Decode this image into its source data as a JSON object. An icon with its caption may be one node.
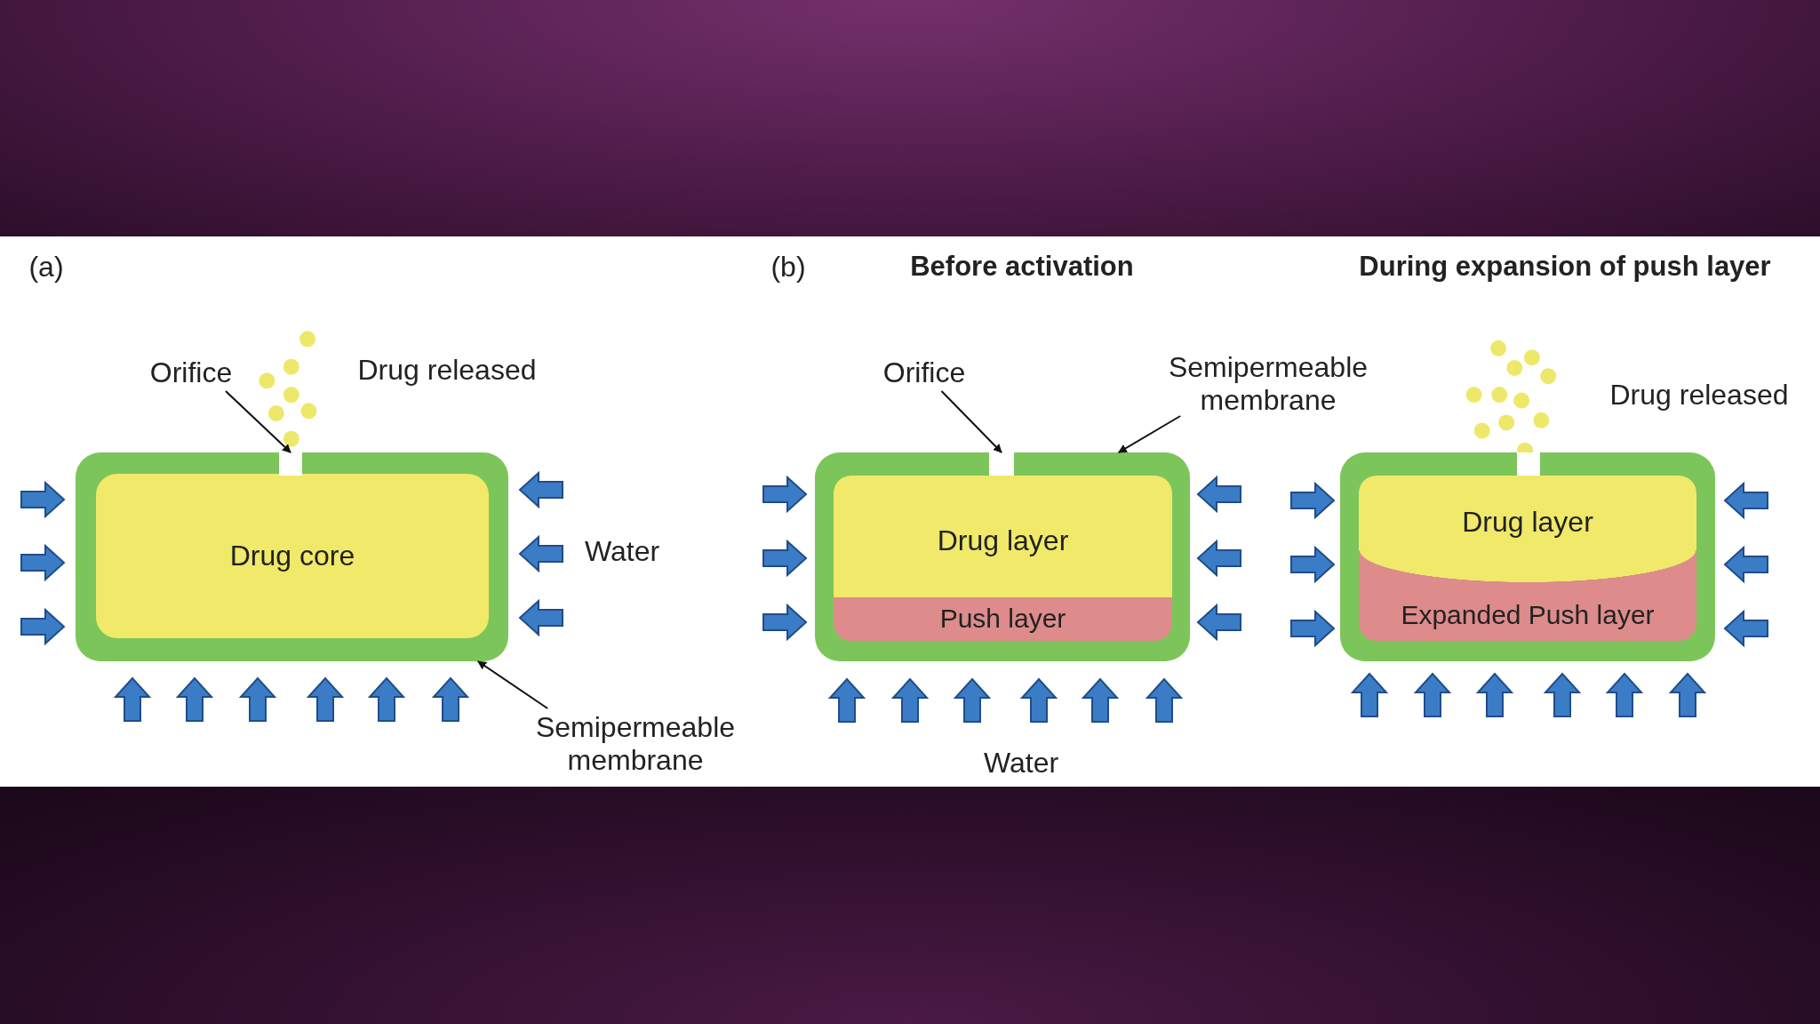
{
  "diagram": {
    "nodes": [
      {
        "text": [],
        "shape": "box"
      },
      {
        "text": [
          "Drug core"
        ],
        "in": 0
      },
      {
        "text": [],
        "shape": "box",
        "in": 0
      },
      {
        "text": [
          "Orifice"
        ]
      },
      {
        "text": [
          "Semipermeable membrane"
        ]
      },
      {
        "text": [],
        "shape": "box"
      },
      {
        "text": [
          "Drug layer"
        ],
        "in": 5
      },
      {
        "text": [
          "Push layer"
        ],
        "in": 5
      },
      {
        "text": [],
        "shape": "box",
        "in": 5
      },
      {
        "text": [
          "Orifice"
        ]
      },
      {
        "text": [
          "Semipermeable membrane"
        ]
      },
      {
        "text": [],
        "shape": "box"
      },
      {
        "text": [
          "Drug layer"
        ],
        "in": 11
      },
      {
        "text": [
          "Expanded Push layer"
        ],
        "in": 11
      },
      {
        "text": [],
        "shape": "box",
        "in": 11
      }
    ],
    "edges": [
      {
        "from": 3,
        "to": 2,
        "arrow": "to"
      },
      {
        "from": 4,
        "to": 0,
        "arrow": "to"
      },
      {
        "from": 9,
        "to": 8,
        "arrow": "to"
      },
      {
        "from": 10,
        "to": 5,
        "arrow": "to"
      }
    ],
    "labels": [
      "(a)",
      "(b)",
      "Before activation",
      "During expansion of push layer",
      "Drug released",
      "Drug released",
      "Water",
      "Water"
    ]
  }
}
